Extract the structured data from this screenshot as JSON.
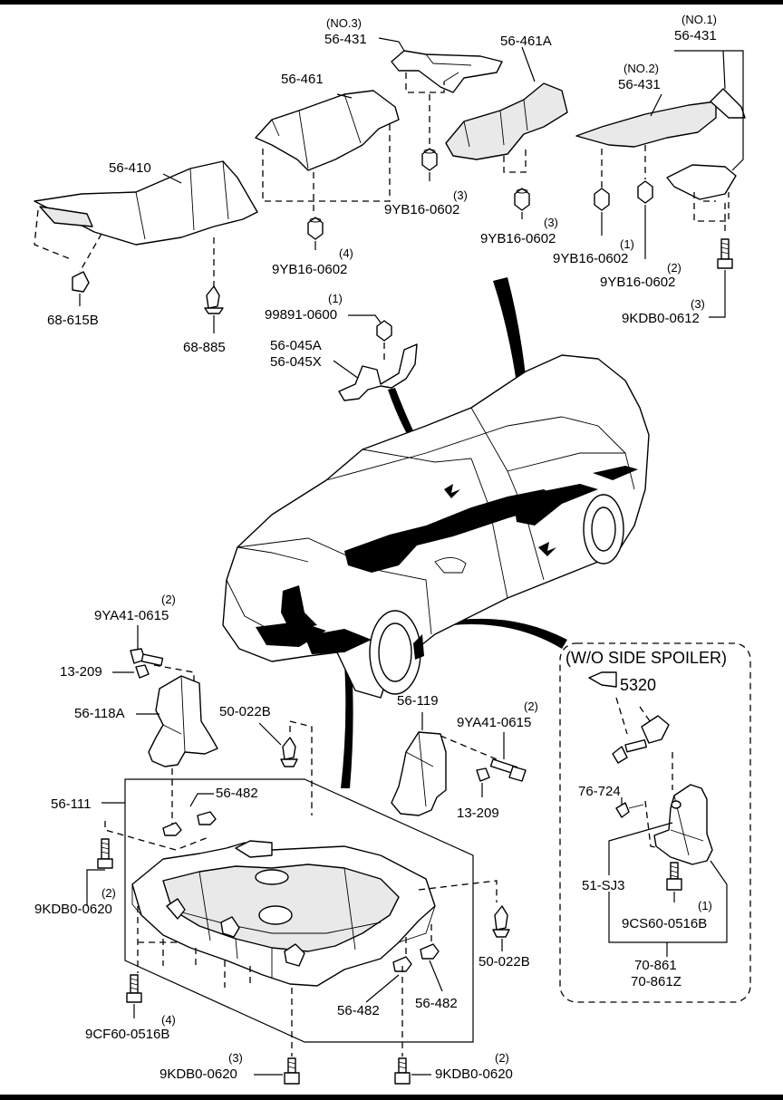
{
  "labels": {
    "p56431_no3_tag": "(NO.3)",
    "p56431_no3": "56-431",
    "p56461a": "56-461A",
    "p56431_no1_tag": "(NO.1)",
    "p56431_no1": "56-431",
    "p56461": "56-461",
    "p56431_no2_tag": "(NO.2)",
    "p56431_no2": "56-431",
    "p56410": "56-410",
    "nut_a_qty": "(3)",
    "nut_a": "9YB16-0602",
    "nut_b_qty": "(3)",
    "nut_b": "9YB16-0602",
    "nut_c_qty": "(4)",
    "nut_c": "9YB16-0602",
    "nut_d_qty": "(1)",
    "nut_d": "9YB16-0602",
    "nut_e_qty": "(2)",
    "nut_e": "9YB16-0602",
    "bolt_top_qty": "(3)",
    "bolt_top": "9KDB0-0612",
    "p68615b": "68-615B",
    "p68885": "68-885",
    "nut_99891_qty": "(1)",
    "nut_99891": "99891-0600",
    "p56045a": "56-045A",
    "p56045x": "56-045X",
    "bolt_9ya_left_qty": "(2)",
    "bolt_9ya_left": "9YA41-0615",
    "p13209_left": "13-209",
    "p56118a": "56-118A",
    "p50022b_top": "50-022B",
    "p56119": "56-119",
    "bolt_9ya_right_qty": "(2)",
    "bolt_9ya_right": "9YA41-0615",
    "p13209_right": "13-209",
    "p56111": "56-111",
    "p56482_top": "56-482",
    "bolt_9kdb_left_qty": "(2)",
    "bolt_9kdb_left": "9KDB0-0620",
    "p50022b_right": "50-022B",
    "p56482_bl": "56-482",
    "p56482_br": "56-482",
    "bolt_9cf_qty": "(4)",
    "bolt_9cf": "9CF60-0516B",
    "bolt_9kdb_bl_qty": "(3)",
    "bolt_9kdb_bl": "9KDB0-0620",
    "bolt_9kdb_br_qty": "(2)",
    "bolt_9kdb_br": "9KDB0-0620",
    "inset_title": "(W/O SIDE SPOILER)",
    "inset_5320": "5320",
    "inset_76724": "76-724",
    "inset_51sj3": "51-SJ3",
    "inset_9cs_qty": "(1)",
    "inset_9cs": "9CS60-0516B",
    "inset_70861": "70-861",
    "inset_70861z": "70-861Z"
  },
  "colors": {
    "ink": "#000000",
    "paper": "#ffffff",
    "part_shade": "#e9e9e9"
  }
}
